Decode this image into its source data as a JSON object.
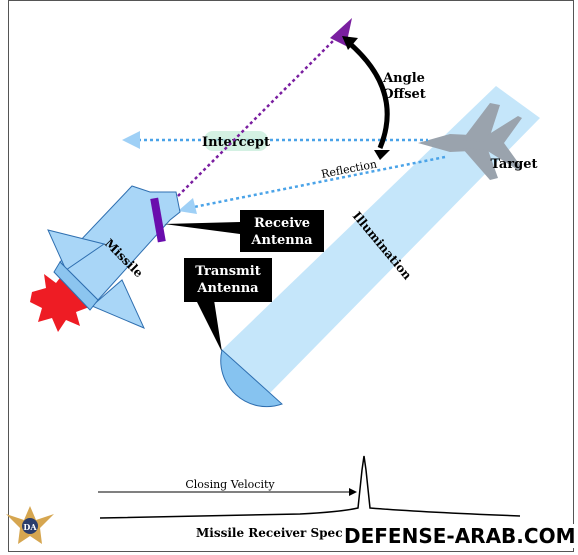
{
  "diagram": {
    "labels": {
      "angle_offset_line1": "Angle",
      "angle_offset_line2": "Offset",
      "intercept": "Intercept",
      "target": "Target",
      "reflection": "Reflection",
      "illumination": "Illumination",
      "missile": "Missile",
      "receive_antenna_line1": "Receive",
      "receive_antenna_line2": "Antenna",
      "transmit_antenna_line1": "Transmit",
      "transmit_antenna_line2": "Antenna",
      "closing_velocity": "Closing Velocity",
      "spectrum_caption": "Missile Receiver Spectrum"
    },
    "watermark": "DEFENSE-ARAB.COM",
    "logo_text": "DA",
    "colors": {
      "illumination_beam": "#bfe3fa",
      "missile_body": "#a9d6f7",
      "missile_outline": "#2f6fb0",
      "exhaust": "#ee1c24",
      "receive_antenna": "#6a0dad",
      "los_dotted": "#7a1fa0",
      "intercept_dotted": "#4aa3e8",
      "angle_arrow": "#000000",
      "target_plane": "#9aa3ad",
      "callout_bg": "#000000",
      "callout_text": "#ffffff"
    }
  }
}
